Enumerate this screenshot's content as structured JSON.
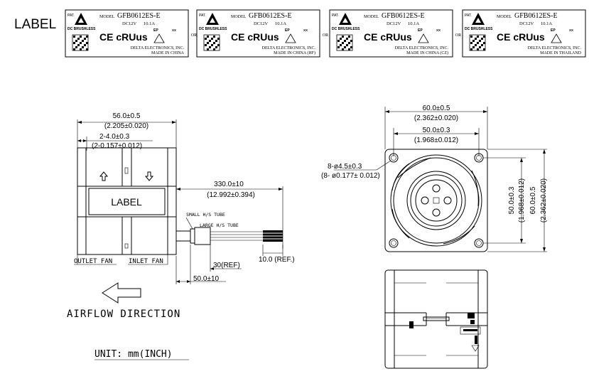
{
  "label_heading": "LABEL",
  "label_variants": [
    {
      "pat": "PAT.",
      "model_word": "MODEL",
      "model": "GFB0612ES-E",
      "rating_v": "DC12V",
      "rating_a": "10.1A",
      "type": "DC BRUSHLESS",
      "marks": "CE cRUus",
      "ep": "EP",
      "xx": "XX",
      "maker": "DELTA ELECTRONICS, INC.",
      "origin": "MADE IN CHINA"
    },
    {
      "pat": "PAT.",
      "model_word": "MODEL",
      "model": "GFB0612ES-E",
      "rating_v": "DC12V",
      "rating_a": "10.1A",
      "type": "DC BRUSHLESS",
      "marks": "CE cRUus",
      "ep": "EP",
      "xx": "XX",
      "maker": "DELTA ELECTRONICS, INC.",
      "origin": "MADE IN CHINA (HF)"
    },
    {
      "pat": "PAT.",
      "model_word": "MODEL",
      "model": "GFB0612ES-E",
      "rating_v": "DC12V",
      "rating_a": "10.1A",
      "type": "DC BRUSHLESS",
      "marks": "CE cRUus",
      "ep": "EP",
      "xx": "XX",
      "maker": "DELTA ELECTRONICS, INC.",
      "origin": "MADE IN CHINA (CZ)"
    },
    {
      "pat": "PAT.",
      "model_word": "MODEL",
      "model": "GFB0612ES-E",
      "rating_v": "DC12V",
      "rating_a": "10.1A",
      "type": "DC BRUSHLESS",
      "marks": "CE cRUus",
      "ep": "EP",
      "xx": "XX",
      "maker": "DELTA ELECTRONICS, INC.",
      "origin": "MADE IN THAILAND"
    }
  ],
  "or_word": "OR",
  "side_view": {
    "overall_width": "56.0±0.5",
    "overall_width_in": "(2.205±0.020)",
    "flange": "2-4.0±0.3",
    "flange_in": "(2-0.157±0.012)",
    "label_text": "LABEL",
    "lead_length": "330.0±10",
    "lead_length_in": "(12.992±0.394)",
    "small_tube": "SMALL H/S TUBE",
    "large_tube": "LARGE H/S TUBE",
    "strip_ref": "30(REF)",
    "tube_pos": "50.0±10",
    "wire_end": "10.0 (REF.)",
    "outlet_fan": "OUTLET FAN",
    "inlet_fan": "INLET FAN"
  },
  "front_view": {
    "overall": "60.0±0.5",
    "overall_in": "(2.362±0.020)",
    "hole_pitch": "50.0±0.3",
    "hole_pitch_in": "(1.968±0.012)",
    "holes": "8-ø4.5±0.3",
    "holes_in": "(8- ø0.177± 0.012)",
    "v_pitch": "50.0±0.3",
    "v_pitch_in": "(1.968±0.012)",
    "v_overall": "60.0±0.5",
    "v_overall_in": "(2.362±0.020)"
  },
  "airflow": "AIRFLOW DIRECTION",
  "unit": "UNIT: mm(INCH)"
}
